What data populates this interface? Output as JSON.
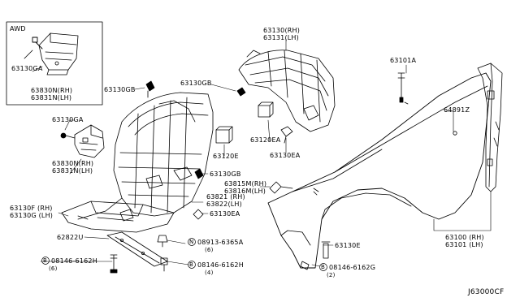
{
  "awd_inset": {
    "title": "AWD",
    "part_a": "63130GA",
    "part_b1": "63830N(RH)",
    "part_b2": "63831N(LH)"
  },
  "labels": {
    "p63130rh": "63130(RH)",
    "p63131lh": "63131(LH)",
    "p63101a": "63101A",
    "p63130gb_left": "63130GB",
    "p63130gb_mid": "63130GB",
    "p64891z": "64891Z",
    "p63130ga": "63130GA",
    "p63120ea": "63120EA",
    "p63130ea_upper": "63130EA",
    "p63830n": "63830N(RH)",
    "p63831n": "63831N(LH)",
    "p63120e": "63120E",
    "p63130gb_lower": "63130GB",
    "p63815m": "63815M(RH)",
    "p63816m": "63816M(LH)",
    "p63821": "63821 (RH)",
    "p63822": "63822(LH)",
    "p63130f": "63130F (RH)",
    "p63130g": "63130G (LH)",
    "p63130ea_lower": "63130EA",
    "p62822u": "62822U",
    "n_marker": "N",
    "p08913": "08913-6365A",
    "q_six": "(6)",
    "b_marker_left": "B",
    "p08146_left": "08146-6162H",
    "q_six_left": "(6)",
    "b_marker_mid": "B",
    "p08146_mid": "08146-6162H",
    "q_four": "(4)",
    "p63130e": "63130E",
    "b_marker_right": "B",
    "p08146_right": "08146-6162G",
    "q_two": "(2)",
    "p63100rh": "63100 (RH)",
    "p63101lh": "63101 (LH)",
    "diagram_code": "J63000CF"
  }
}
